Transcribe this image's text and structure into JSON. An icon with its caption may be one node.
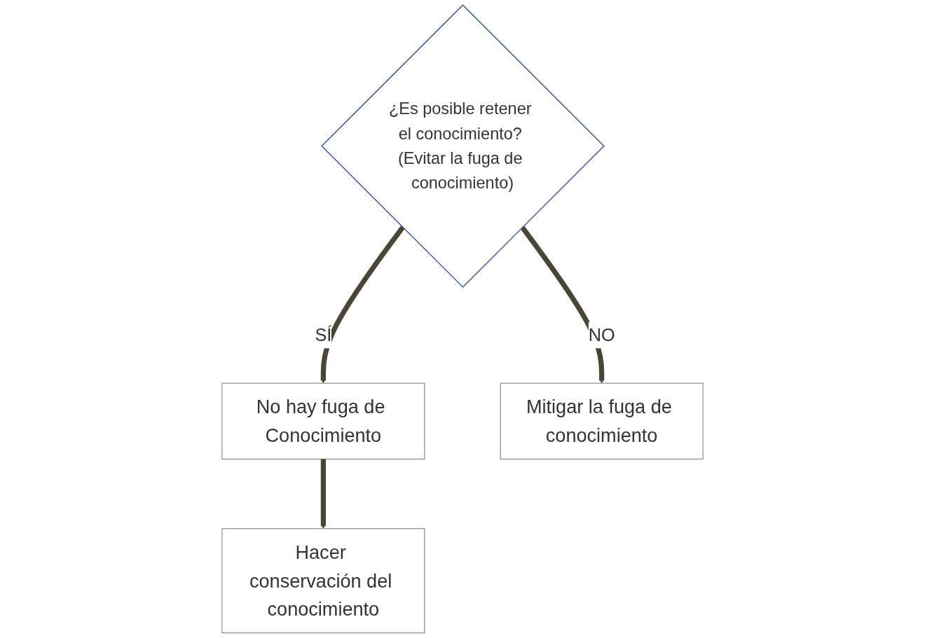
{
  "diagram": {
    "nodes": [
      {
        "text": [
          "¿Es posible retener el conocimiento? (Evitar la fuga de conocimiento)"
        ]
      },
      {
        "text": [
          "No hay fuga de Conocimiento"
        ]
      },
      {
        "text": [
          "Hacer conservación del conocimiento"
        ]
      },
      {
        "text": [
          "Mitigar la fuga de conocimiento"
        ]
      }
    ],
    "edges": [
      {
        "from": 0,
        "to": 1,
        "arrow": "to",
        "label": "SÍ"
      },
      {
        "from": 1,
        "to": 2,
        "arrow": "to"
      },
      {
        "from": 0,
        "to": 3,
        "arrow": "to",
        "label": "NO"
      }
    ]
  }
}
